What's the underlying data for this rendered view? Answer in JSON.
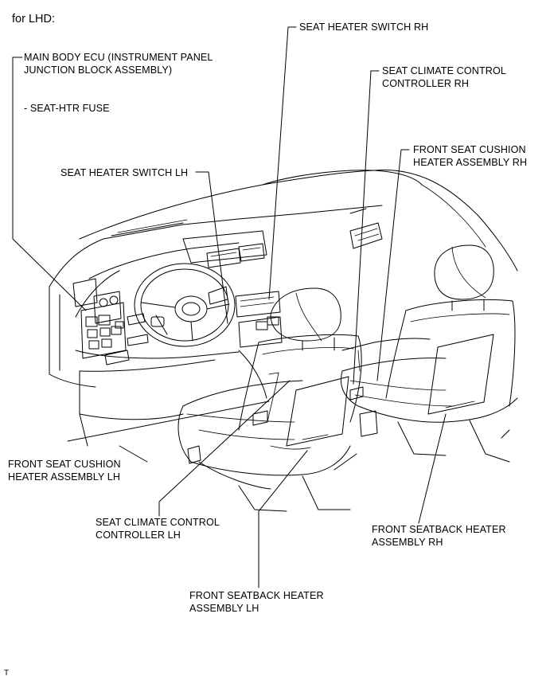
{
  "header": "for LHD:",
  "figure_code": "T",
  "labels": {
    "main_body_ecu": [
      "MAIN BODY ECU (INSTRUMENT PANEL",
      "JUNCTION BLOCK ASSEMBLY)"
    ],
    "seat_htr_fuse": "- SEAT-HTR FUSE",
    "seat_heater_switch_lh": "SEAT HEATER SWITCH LH",
    "seat_heater_switch_rh": "SEAT HEATER SWITCH RH",
    "seat_climate_controller_rh": [
      "SEAT CLIMATE CONTROL",
      "CONTROLLER RH"
    ],
    "front_seat_cushion_heater_rh": [
      "FRONT SEAT CUSHION",
      "HEATER ASSEMBLY RH"
    ],
    "front_seat_cushion_heater_lh": [
      "FRONT SEAT CUSHION",
      "HEATER ASSEMBLY LH"
    ],
    "seat_climate_controller_lh": [
      "SEAT CLIMATE CONTROL",
      "CONTROLLER LH"
    ],
    "front_seatback_heater_rh": [
      "FRONT SEATBACK HEATER",
      "ASSEMBLY RH"
    ],
    "front_seatback_heater_lh": [
      "FRONT SEATBACK HEATER",
      "ASSEMBLY LH"
    ]
  }
}
